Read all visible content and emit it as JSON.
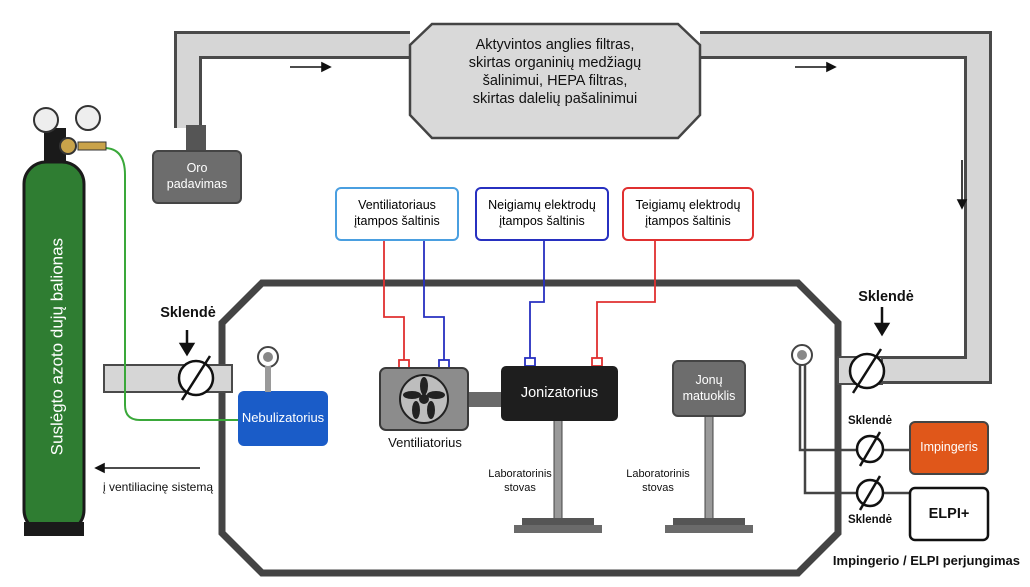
{
  "filter": {
    "line1": "Aktyvintos anglies filtras,",
    "line2": "skirtas organinių medžiagų",
    "line3": "šalinimui, HEPA filtras,",
    "line4": "skirtas dalelių pašalinimui"
  },
  "air_supply": {
    "line1": "Oro",
    "line2": "padavimas"
  },
  "cylinder": {
    "label": "Suslėgto azoto dujų balionas",
    "color": "#2f7d32"
  },
  "power": {
    "fan": {
      "line1": "Ventiliatoriaus",
      "line2": "įtampos šaltinis",
      "color": "#4a9fe0"
    },
    "negative": {
      "line1": "Neigiamų elektrodų",
      "line2": "įtampos šaltinis",
      "color": "#2730c0"
    },
    "positive": {
      "line1": "Teigiamų elektrodų",
      "line2": "įtampos šaltinis",
      "color": "#e03030"
    }
  },
  "valves": {
    "left": "Sklendė",
    "right": "Sklendė",
    "impinger": "Sklendė",
    "elpi": "Sklendė"
  },
  "nebulizer": {
    "label": "Nebulizatorius",
    "color": "#1a5cc8"
  },
  "fan": {
    "label": "Ventiliatorius"
  },
  "ionizer": {
    "label": "Jonizatorius"
  },
  "ion_meter": {
    "line1": "Jonų",
    "line2": "matuoklis"
  },
  "stand_left": {
    "line1": "Laboratorinis",
    "line2": "stovas"
  },
  "stand_right": {
    "line1": "Laboratorinis",
    "line2": "stovas"
  },
  "ventilation": {
    "label": "į ventiliacinę sistemą"
  },
  "impinger": {
    "label": "Impingeris",
    "color": "#e0571a"
  },
  "elpi": {
    "label": "ELPI+"
  },
  "switching": {
    "label": "Impingerio / ELPI perjungimas"
  }
}
